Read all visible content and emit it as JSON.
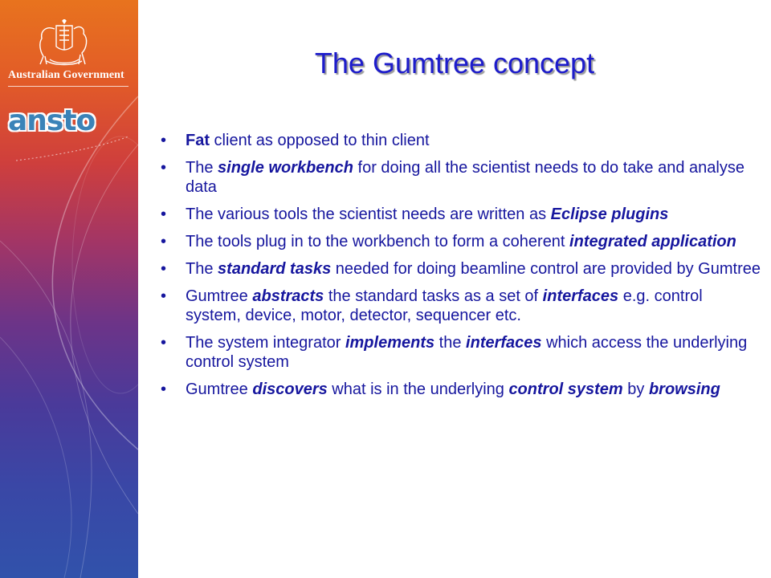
{
  "branding": {
    "government": "Australian Government",
    "logo": "ansto"
  },
  "slide": {
    "title": "The Gumtree concept",
    "bullet_glyph": "•",
    "bullets": [
      {
        "segments": [
          {
            "text": "Fat",
            "style": "b"
          },
          {
            "text": " client as opposed to thin client",
            "style": ""
          }
        ]
      },
      {
        "segments": [
          {
            "text": "The ",
            "style": ""
          },
          {
            "text": "single workbench",
            "style": "em"
          },
          {
            "text": " for doing all the scientist needs to do take and analyse data",
            "style": ""
          }
        ]
      },
      {
        "segments": [
          {
            "text": "The various tools the scientist needs are written as ",
            "style": ""
          },
          {
            "text": "Eclipse plugins",
            "style": "em"
          }
        ]
      },
      {
        "segments": [
          {
            "text": "The tools plug in to the workbench to form a coherent ",
            "style": ""
          },
          {
            "text": "integrated application",
            "style": "em"
          }
        ]
      },
      {
        "segments": [
          {
            "text": "The ",
            "style": ""
          },
          {
            "text": "standard tasks",
            "style": "em"
          },
          {
            "text": " needed for doing beamline control are provided by Gumtree",
            "style": ""
          }
        ]
      },
      {
        "segments": [
          {
            "text": "Gumtree ",
            "style": ""
          },
          {
            "text": "abstracts",
            "style": "em"
          },
          {
            "text": " the standard tasks as a set of ",
            "style": ""
          },
          {
            "text": "interfaces",
            "style": "em"
          },
          {
            "text": " e.g. control system, device, motor, detector, sequencer etc.",
            "style": ""
          }
        ]
      },
      {
        "segments": [
          {
            "text": "The system integrator ",
            "style": ""
          },
          {
            "text": "implements",
            "style": "em"
          },
          {
            "text": " the ",
            "style": ""
          },
          {
            "text": "interfaces",
            "style": "em"
          },
          {
            "text": " which access the underlying control system",
            "style": ""
          }
        ]
      },
      {
        "segments": [
          {
            "text": "Gumtree ",
            "style": ""
          },
          {
            "text": "discovers",
            "style": "em"
          },
          {
            "text": " what is in the underlying ",
            "style": ""
          },
          {
            "text": "control system",
            "style": "em"
          },
          {
            "text": " by ",
            "style": ""
          },
          {
            "text": "browsing",
            "style": "em"
          }
        ]
      }
    ]
  },
  "colors": {
    "title": "#1d1ccb",
    "body_text": "#16169e",
    "sidebar_top": "#e8731e",
    "sidebar_bottom": "#3152ab",
    "logo_blue": "#3b83b8"
  },
  "icons": [
    "australian-coat-of-arms-icon",
    "ansto-logo"
  ]
}
